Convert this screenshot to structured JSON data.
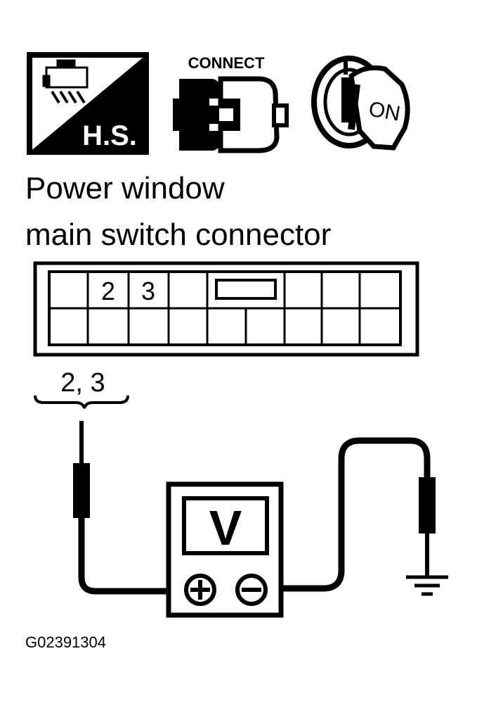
{
  "icons": {
    "harness": {
      "label": "H.S."
    },
    "connect": {
      "label": "CONNECT"
    },
    "ignition": {
      "label": "ON"
    }
  },
  "title": {
    "line1": "Power window",
    "line2": "main switch connector"
  },
  "connector": {
    "pin_a": "2",
    "pin_b": "3"
  },
  "probe_label": "2, 3",
  "meter": {
    "unit": "V",
    "positive_symbol": "+",
    "negative_symbol": "−"
  },
  "figure_id": "G02391304"
}
